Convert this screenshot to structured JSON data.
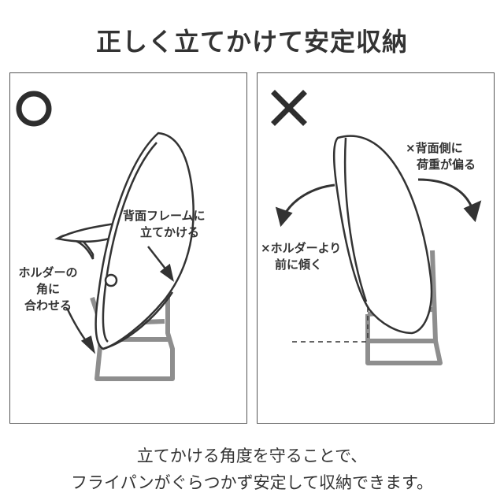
{
  "title": "正しく立てかけて安定収納",
  "panel_ok": {
    "mark": "○",
    "label_back_frame": [
      "背面フレームに",
      "立てかける"
    ],
    "label_corner": [
      "ホルダーの",
      "角に",
      "合わせる"
    ]
  },
  "panel_ng": {
    "mark": "×",
    "label_back_load": [
      "×背面側に",
      "荷重が偏る"
    ],
    "label_tilt": [
      "×ホルダーより",
      "前に傾く"
    ]
  },
  "caption": {
    "line1": "立てかける角度を守ることで、",
    "line2": "フライパンがぐらつかず安定して収納できます。"
  },
  "colors": {
    "line": "#333333",
    "frame": "#8e8e8e",
    "pan_fill": "#ffffff"
  }
}
